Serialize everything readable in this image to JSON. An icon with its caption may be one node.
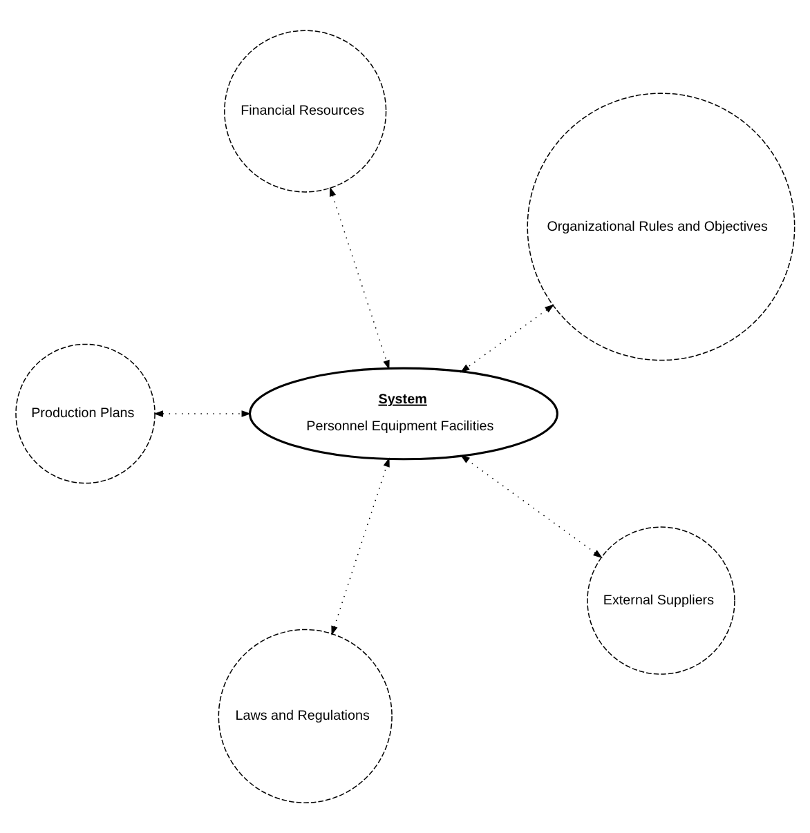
{
  "diagram": {
    "nodes": [
      {
        "text": [
          "Organizational Rules and Objectives"
        ]
      },
      {
        "text": [
          "Financial Resources"
        ]
      },
      {
        "text": [
          "Production Plans"
        ]
      },
      {
        "text": [
          "System",
          "Personnel Equipment Facilities"
        ]
      },
      {
        "text": [
          "Laws and Regulations"
        ]
      },
      {
        "text": [
          "External Suppliers"
        ]
      }
    ],
    "edges": [
      {
        "from": 0,
        "to": 3,
        "arrow": "both",
        "style": "dashed"
      },
      {
        "from": 1,
        "to": 3,
        "arrow": "both",
        "style": "dashed"
      },
      {
        "from": 2,
        "to": 3,
        "arrow": "both",
        "style": "dashed"
      },
      {
        "from": 4,
        "to": 3,
        "arrow": "both",
        "style": "dashed"
      },
      {
        "from": 5,
        "to": 3,
        "arrow": "both",
        "style": "dashed"
      }
    ]
  }
}
